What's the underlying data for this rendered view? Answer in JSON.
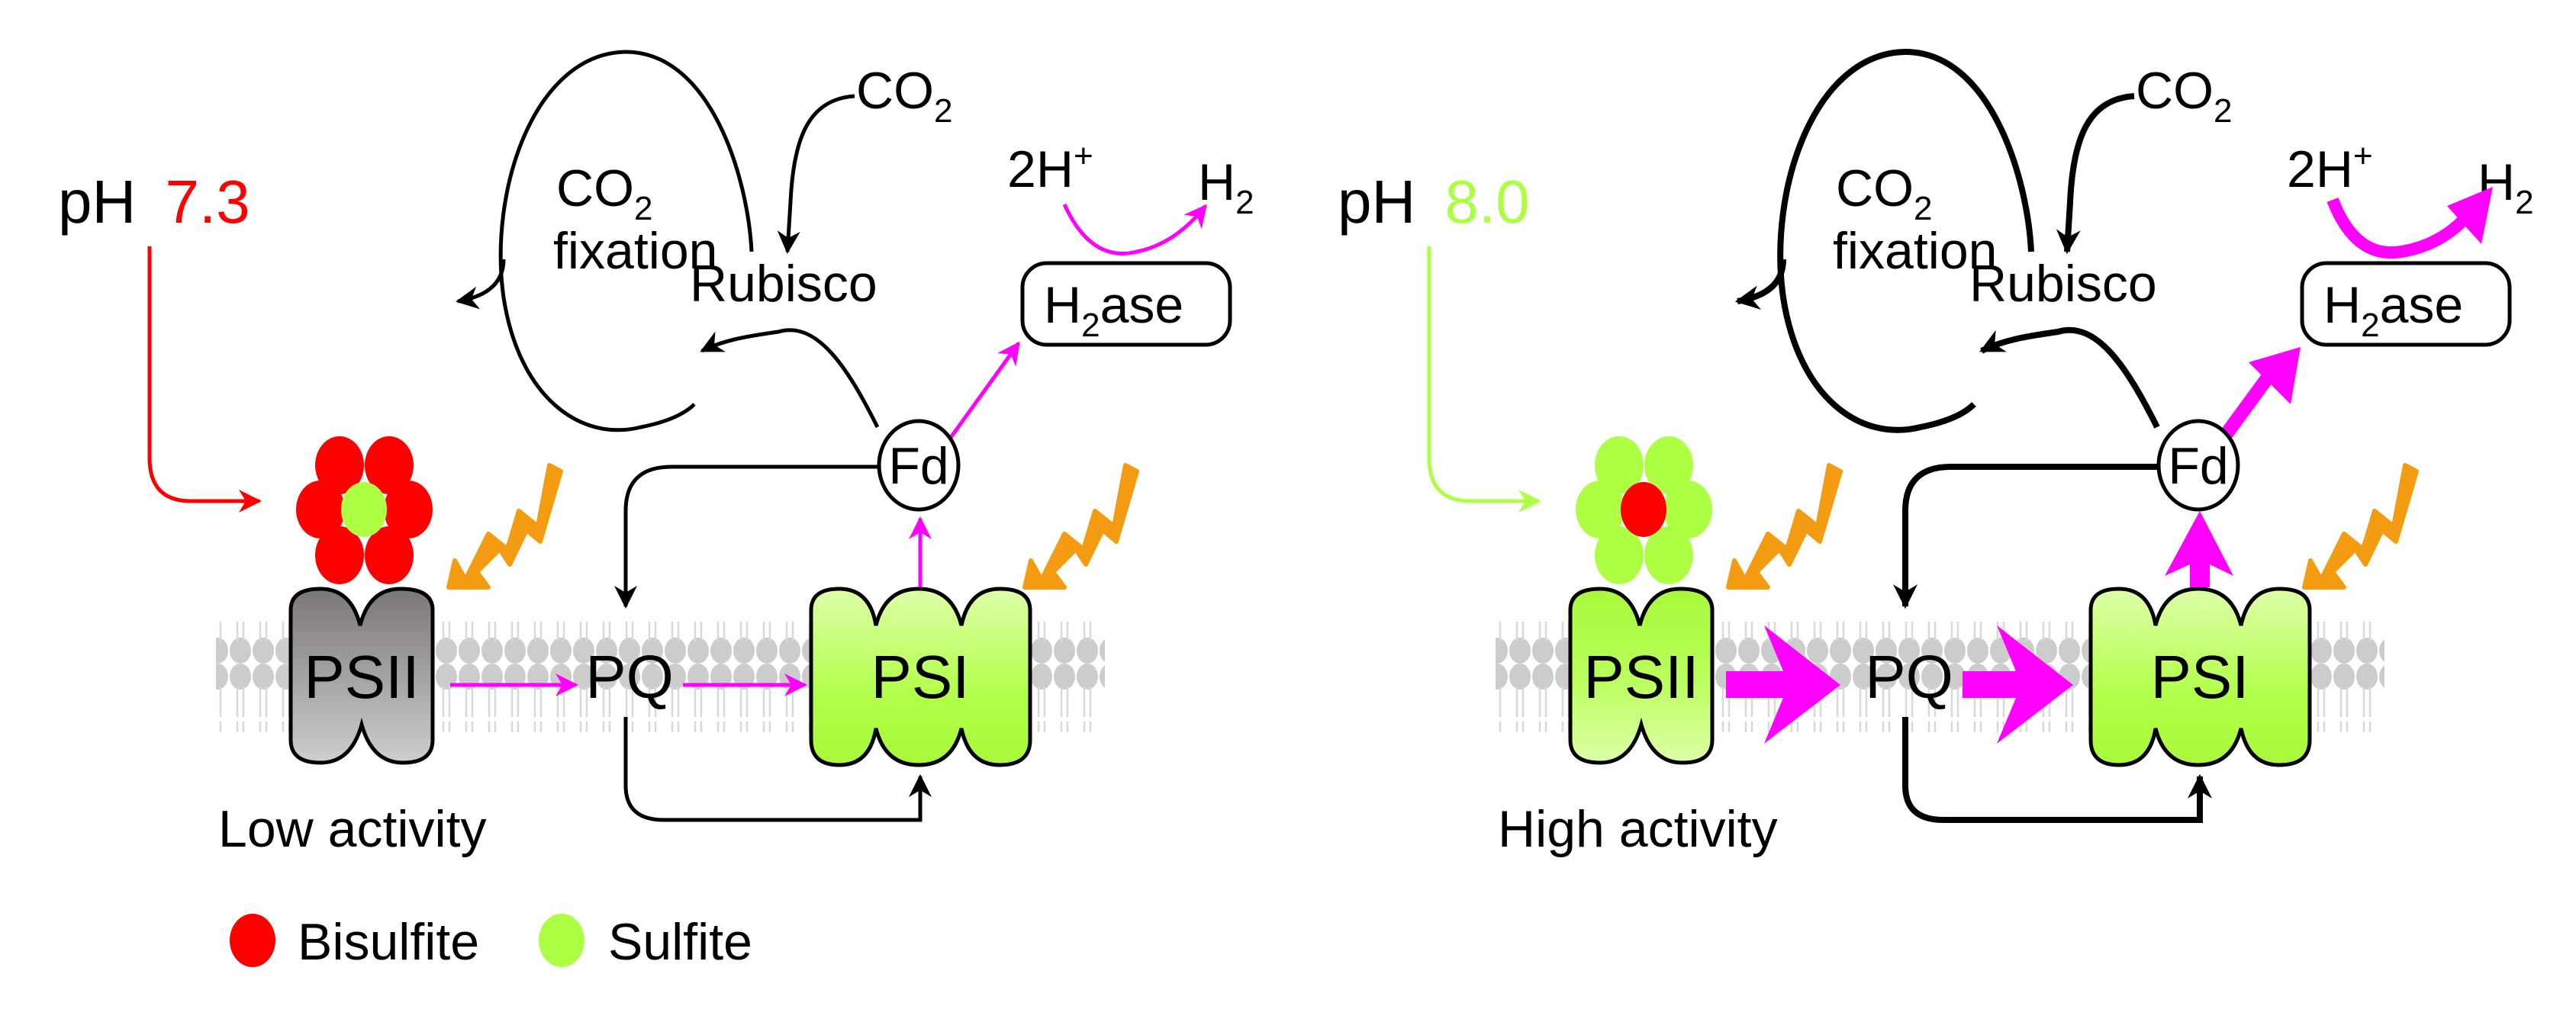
{
  "colors": {
    "bisulfite": "#ff0000",
    "sulfite": "#adff44",
    "electron_flow": "#ff00ff",
    "light": "#f39c12",
    "membrane": "#cccccc",
    "psii_low": "#8a8686",
    "ps_green": "#b2ff4a"
  },
  "panels": [
    {
      "id": "low",
      "ph_prefix": "pH",
      "ph_value": "7.3",
      "ph_color": "#ff0000",
      "co2_main": "CO",
      "co2_sub": "2",
      "fixation_co2": "CO",
      "fixation_co2_sub": "2",
      "fixation_label": "fixation",
      "rubisco": "Rubisco",
      "proton": "2H",
      "proton_sup": "+",
      "h2": "H",
      "h2_sub": "2",
      "h2ase_h": "H",
      "h2ase_sub": "2",
      "h2ase_rest": "ase",
      "fd": "Fd",
      "psii": "PSII",
      "pq": "PQ",
      "psi": "PSI",
      "activity": "Low activity"
    },
    {
      "id": "high",
      "ph_prefix": "pH",
      "ph_value": "8.0",
      "ph_color": "#adff44",
      "co2_main": "CO",
      "co2_sub": "2",
      "fixation_co2": "CO",
      "fixation_co2_sub": "2",
      "fixation_label": "fixation",
      "rubisco": "Rubisco",
      "proton": "2H",
      "proton_sup": "+",
      "h2": "H",
      "h2_sub": "2",
      "h2ase_h": "H",
      "h2ase_sub": "2",
      "h2ase_rest": "ase",
      "fd": "Fd",
      "psii": "PSII",
      "pq": "PQ",
      "psi": "PSI",
      "activity": "High activity"
    }
  ],
  "legend": {
    "items": [
      {
        "label": "Bisulfite",
        "color": "#ff0000"
      },
      {
        "label": "Sulfite",
        "color": "#adff44"
      }
    ]
  }
}
